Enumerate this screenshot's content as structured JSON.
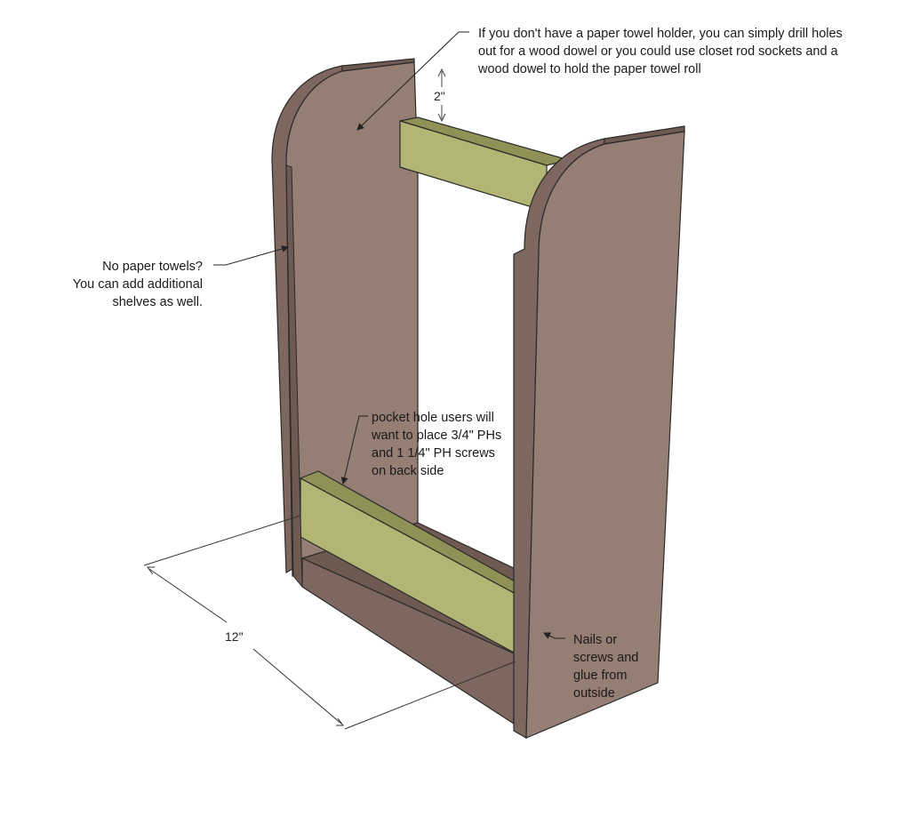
{
  "annotations": {
    "holder_note": "If you don't have a paper towel holder, you can simply drill holes\nout for a wood dowel or you could use closet rod sockets and a\nwood dowel to hold the paper towel roll",
    "shelves_note": "No paper towels?\nYou can add additional\nshelves as well.",
    "pocket_note": "pocket hole users will\nwant to place 3/4\" PHs\nand 1 1/4\" PH screws\non back side",
    "nails_note": "Nails or\nscrews and\nglue from\noutside"
  },
  "dimensions": {
    "top_gap": "2\"",
    "depth": "12\""
  },
  "colors": {
    "side_panel": "#957e74",
    "side_edge": "#7d675e",
    "bottom_shelf": "#6f5a51",
    "rail_face": "#b3b574",
    "rail_top": "#8f9156",
    "outline": "#2a2a2a"
  }
}
